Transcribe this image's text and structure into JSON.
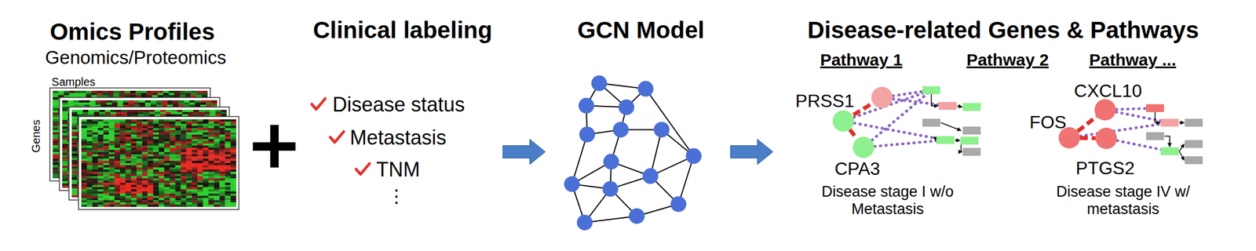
{
  "diagram": {
    "nodes": [
      {
        "text": [
          "PRSS1"
        ]
      },
      {
        "text": [
          "CPA3"
        ]
      },
      {
        "text": [
          "CXCL10"
        ]
      },
      {
        "text": [
          "FOS"
        ]
      },
      {
        "text": [
          "PTGS2"
        ]
      }
    ],
    "edges": [
      {
        "from": 0,
        "to": 1,
        "arrow": "none"
      },
      {
        "from": 3,
        "to": 2,
        "arrow": "none"
      },
      {
        "from": 3,
        "to": 4,
        "arrow": "none"
      }
    ],
    "labels": [
      "Omics Profiles",
      "Genomics/Proteomics",
      "Samples",
      "Genes",
      "Clinical labeling",
      "Disease status",
      "Metastasis",
      "TNM",
      "⋮",
      "GCN Model",
      "Disease-related Genes & Pathways",
      "Pathway 1",
      "Pathway 2",
      "Pathway ...",
      "Disease stage I w/o Metastasis",
      "Disease stage IV w/ metastasis"
    ]
  }
}
